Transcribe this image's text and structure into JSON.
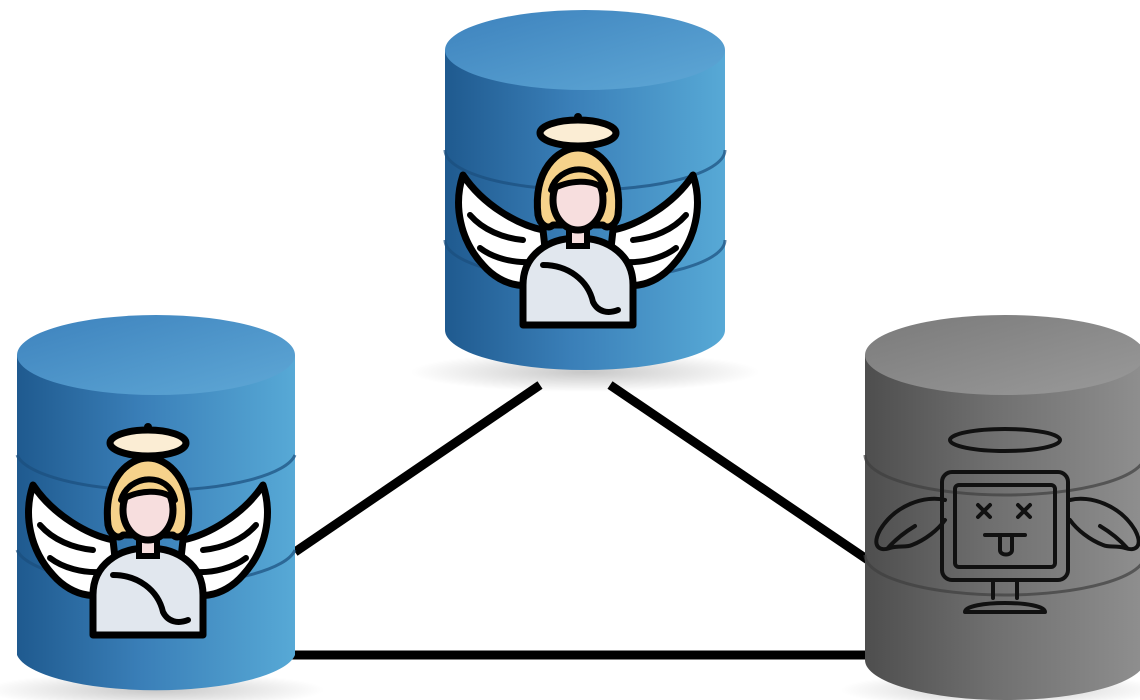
{
  "diagram": {
    "nodes": [
      {
        "id": "db-top",
        "kind": "database",
        "status": "healthy",
        "icon": "angel-icon",
        "color": "#3f82b8"
      },
      {
        "id": "db-left",
        "kind": "database",
        "status": "healthy",
        "icon": "angel-icon",
        "color": "#3f82b8"
      },
      {
        "id": "db-right",
        "kind": "database",
        "status": "failed",
        "icon": "dead-computer-angel-icon",
        "color": "#7a7a7a"
      }
    ],
    "edges": [
      {
        "from": "db-top",
        "to": "db-left"
      },
      {
        "from": "db-top",
        "to": "db-right"
      },
      {
        "from": "db-left",
        "to": "db-right"
      }
    ]
  }
}
